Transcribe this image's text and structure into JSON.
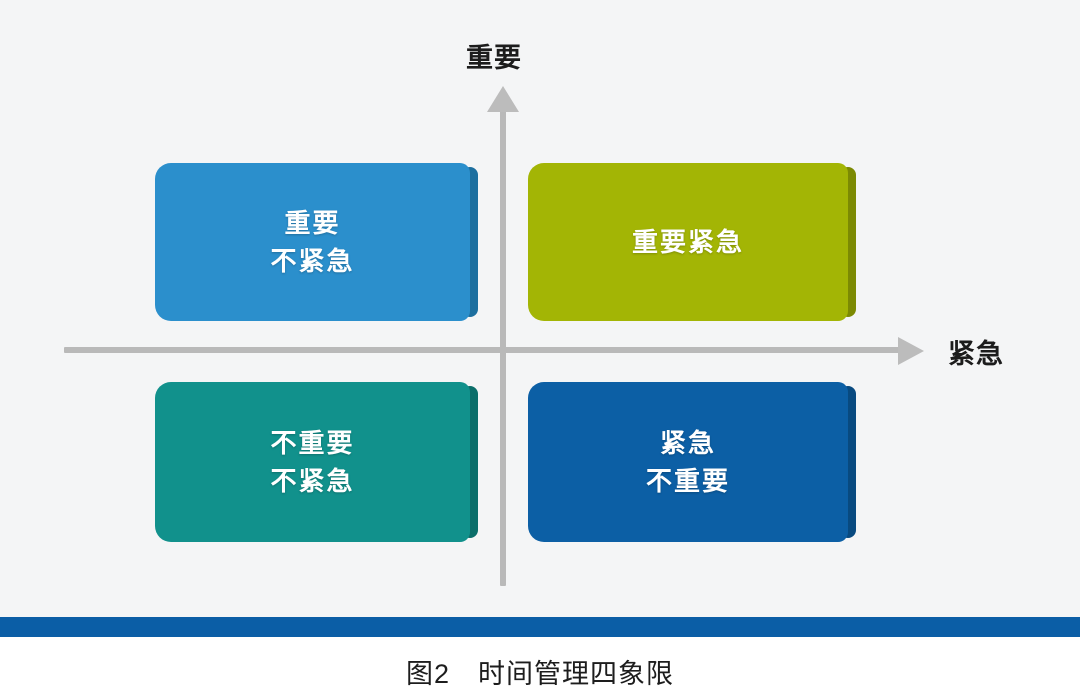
{
  "figure": {
    "caption": "图2　时间管理四象限",
    "background_color": "#f4f5f6",
    "rule_color": "#0b5ea6"
  },
  "axes": {
    "vertical": {
      "label": "重要",
      "arrow_direction": "up",
      "color": "#b9b9b9"
    },
    "horizontal": {
      "label": "紧急",
      "arrow_direction": "right",
      "color": "#b9b9b9"
    }
  },
  "quadrants": [
    {
      "id": "important-not-urgent",
      "position": "top-left",
      "lines": [
        "重要",
        "不紧急"
      ],
      "color": "#2b8fcc",
      "edge_color": "#1d6f9f"
    },
    {
      "id": "important-urgent",
      "position": "top-right",
      "lines": [
        "重要紧急"
      ],
      "color": "#a3b505",
      "edge_color": "#7c8a03"
    },
    {
      "id": "not-important-not-urgent",
      "position": "bottom-left",
      "lines": [
        "不重要",
        "不紧急"
      ],
      "color": "#11918c",
      "edge_color": "#0b6e6a"
    },
    {
      "id": "urgent-not-important",
      "position": "bottom-right",
      "lines": [
        "紧急",
        "不重要"
      ],
      "color": "#0c5fa5",
      "edge_color": "#084a80"
    }
  ]
}
